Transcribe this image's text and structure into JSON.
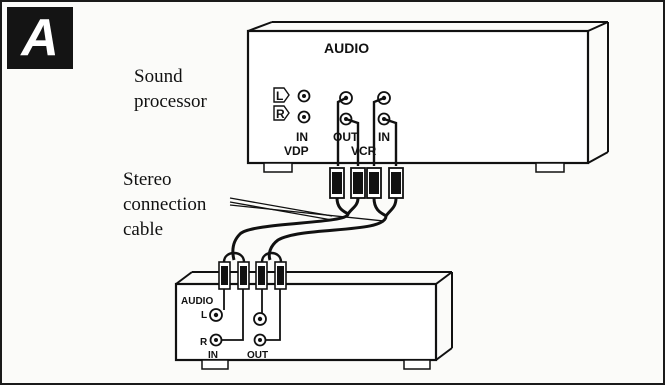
{
  "figure": {
    "panel_letter": "A",
    "sound_processor_label_line1": "Sound",
    "sound_processor_label_line2": "processor",
    "cable_label_line1": "Stereo",
    "cable_label_line2": "connection",
    "cable_label_line3": "cable",
    "processor": {
      "audio_label": "AUDIO",
      "channel_l": "L",
      "channel_r": "R",
      "vdp_in": "IN",
      "vdp_label": "VDP",
      "vcr_out": "OUT",
      "vcr_in": "IN",
      "vcr_label": "VCR"
    },
    "player": {
      "audio_label": "AUDIO",
      "channel_l": "L",
      "channel_r": "R",
      "in_label": "IN",
      "out_label": "OUT"
    }
  }
}
